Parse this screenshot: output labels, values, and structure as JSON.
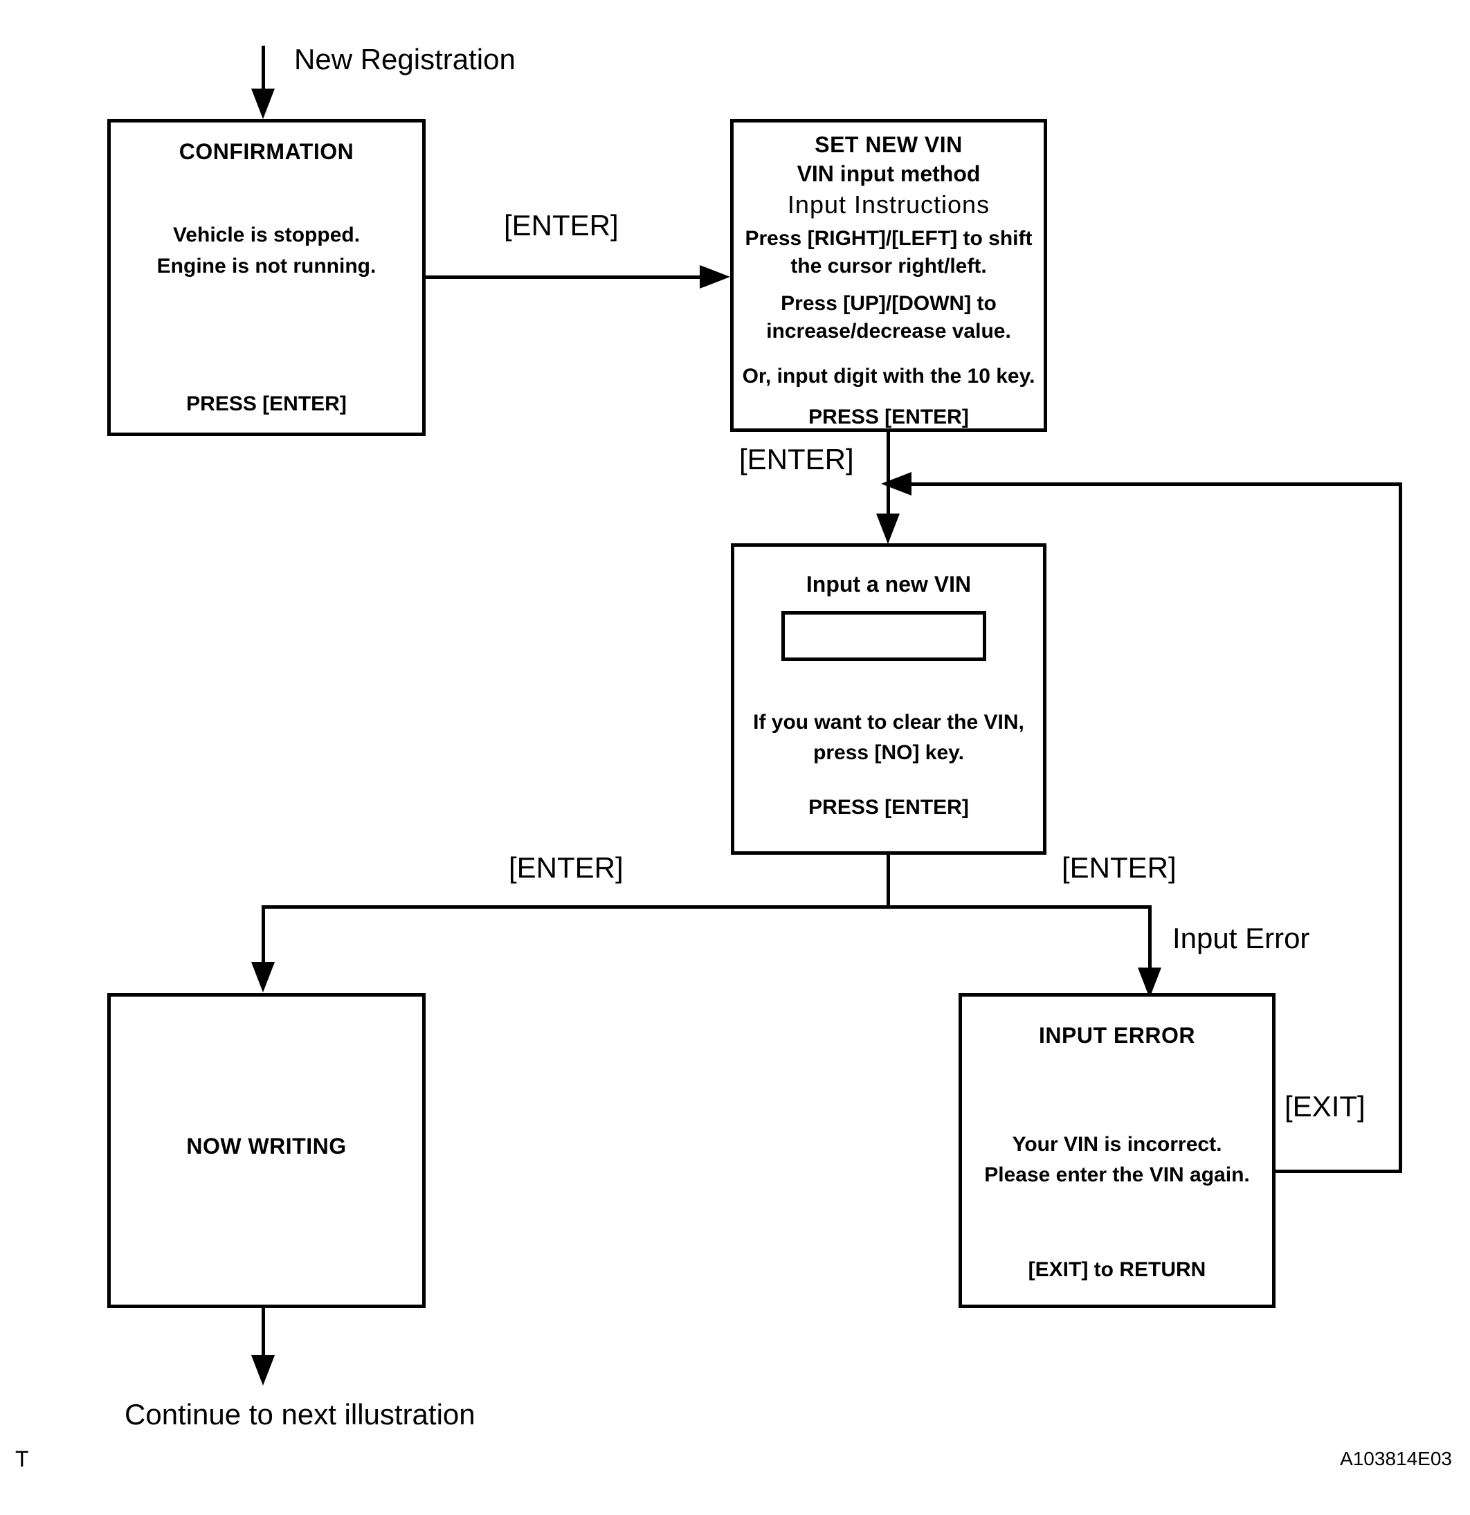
{
  "figure": {
    "id_code": "A103814E03",
    "corner_mark": "T"
  },
  "entry": {
    "label": "New Registration"
  },
  "exit": {
    "label": "Continue to next illustration"
  },
  "boxes": {
    "confirmation": {
      "title": "CONFIRMATION",
      "body_lines": [
        "Vehicle is stopped.",
        "Engine is not running."
      ],
      "footer": "PRESS [ENTER]"
    },
    "set_new_vin": {
      "title": "SET NEW VIN",
      "subtitle": "VIN input method",
      "instructions_heading": "Input Instructions",
      "body_lines": [
        "Press [RIGHT]/[LEFT] to shift",
        "the cursor right/left.",
        "Press [UP]/[DOWN]  to",
        "increase/decrease value."
      ],
      "alt_line": "Or, input digit with the 10 key.",
      "footer": "PRESS [ENTER]"
    },
    "input_new_vin": {
      "title": "Input a new VIN",
      "field_value": "",
      "body_lines": [
        "If you want to clear the VIN,",
        "press [NO] key."
      ],
      "footer": "PRESS [ENTER]"
    },
    "now_writing": {
      "title": "NOW WRITING"
    },
    "input_error": {
      "title": "INPUT  ERROR",
      "body_lines": [
        "Your VIN is incorrect.",
        "Please enter the VIN again."
      ],
      "footer": "[EXIT] to RETURN"
    }
  },
  "edges": {
    "confirm_to_setvin": "[ENTER]",
    "setvin_to_input": "[ENTER]",
    "input_to_writing": "[ENTER]",
    "input_to_error": "[ENTER]",
    "error_branch": "Input Error",
    "error_return": "[EXIT]"
  }
}
